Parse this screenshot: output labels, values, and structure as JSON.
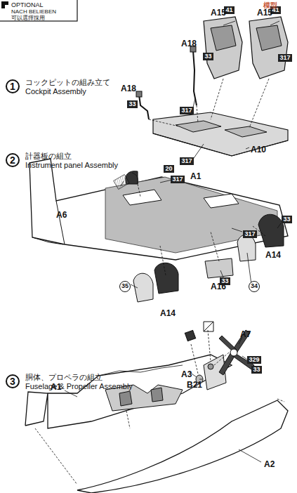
{
  "diagram": {
    "nodes": [
      {
        "text": [
          "1",
          "コックピットの組み立て",
          "Cockpit Assembly"
        ]
      },
      {
        "text": [
          "41"
        ]
      },
      {
        "text": [
          "41"
        ]
      },
      {
        "text": [
          "33"
        ]
      },
      {
        "text": [
          "33"
        ]
      },
      {
        "text": [
          "317"
        ]
      },
      {
        "text": [
          "317"
        ]
      },
      {
        "text": [
          "317"
        ]
      },
      {
        "text": [
          "2",
          "計器板の組立",
          "Instrument panel Assembly"
        ]
      },
      {
        "text": [
          "317"
        ]
      },
      {
        "text": [
          "20"
        ]
      },
      {
        "text": [
          "33"
        ]
      },
      {
        "text": [
          "317"
        ]
      },
      {
        "text": [
          "33"
        ]
      },
      {
        "text": [
          "35"
        ]
      },
      {
        "text": [
          "34"
        ]
      },
      {
        "text": [
          "3",
          "胴体、プロペラの組立",
          "Fuselage & Propeller Assembly"
        ]
      },
      {
        "text": [
          "329"
        ]
      },
      {
        "text": [
          "33"
        ]
      }
    ],
    "labels": [
      "OPTIONAL",
      "NACH BELIEBEN",
      "可以選擇採用",
      "模型",
      "A15",
      "A15",
      "A18",
      "A18",
      "A10",
      "A1",
      "A6",
      "A16",
      "A14",
      "A14",
      "A7",
      "A3",
      "B21",
      "A1",
      "A2"
    ]
  }
}
